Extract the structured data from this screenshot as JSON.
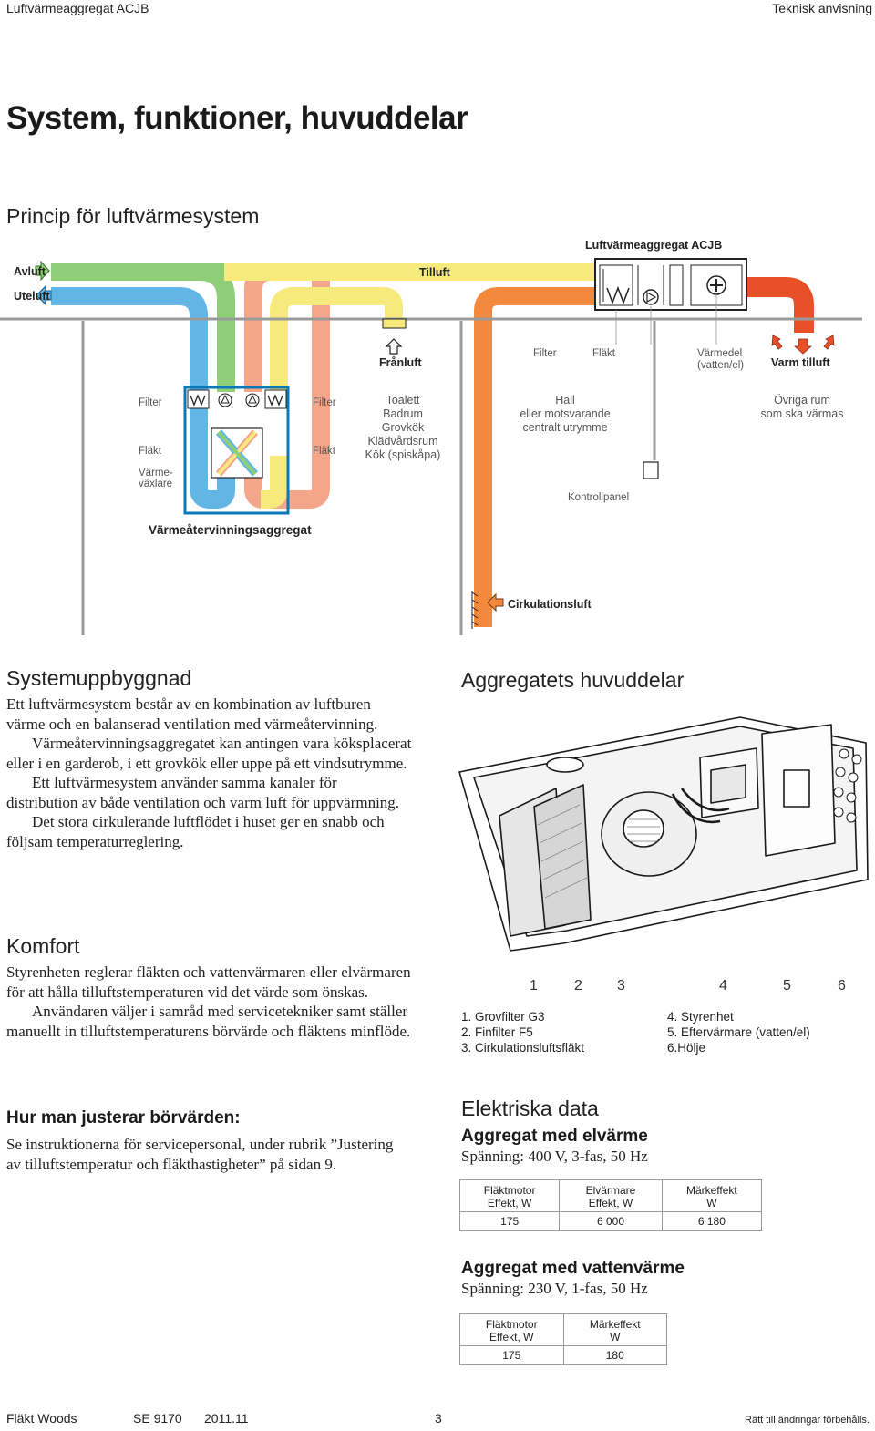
{
  "header": {
    "left": "Luftvärmeaggregat ACJB",
    "right": "Teknisk anvisning"
  },
  "page_title": "System, funktioner, huvuddelar",
  "diagram": {
    "heading": "Princip för luftvärmesystem",
    "labels": {
      "avluft": "Avluft",
      "uteluft": "Uteluft",
      "tilluft": "Tilluft",
      "aggregat": "Luftvärmeaggregat ACJB",
      "franluft": "Frånluft",
      "filter": "Filter",
      "flakt": "Fläkt",
      "varmedel": "Värmedel",
      "varmedel_sub": "(vatten/el)",
      "varm_tilluft": "Varm tilluft",
      "filter_left": "Filter",
      "filter_right": "Filter",
      "flakt_left": "Fläkt",
      "flakt_right": "Fläkt",
      "varmevaxlare_1": "Värme-",
      "varmevaxlare_2": "växlare",
      "rooms_wet": [
        "Toalett",
        "Badrum",
        "Grovkök",
        "Klädvårdsrum",
        "Kök (spiskåpa)"
      ],
      "rooms_hall": [
        "Hall",
        "eller motsvarande",
        "centralt utrymme"
      ],
      "rooms_other": [
        "Övriga rum",
        "som ska värmas"
      ],
      "kontrollpanel": "Kontrollpanel",
      "vatervinning": "Värmeåtervinningsaggregat",
      "cirkulationsluft": "Cirkulationsluft"
    },
    "colors": {
      "blue": "#62b6e6",
      "green": "#8ecf78",
      "pink": "#f4a68a",
      "yellow": "#f7ea7c",
      "orange": "#f2893d",
      "red": "#e8502a",
      "gray": "#9a9a9a"
    },
    "icons": [
      "arrow-right-green-icon",
      "arrow-left-blue-icon",
      "fan-icon",
      "heater-plus-icon",
      "filter-icon",
      "exchanger-icon"
    ]
  },
  "systemuppbyggnad": {
    "heading": "Systemuppbyggnad",
    "p1": "Ett luftvärmesystem består av en kombination av luftburen värme och en balanserad ventilation med värmeåtervinning.",
    "p2": "Värmeåtervinningsaggregatet kan antingen vara köksplacerat eller i en garderob, i ett grovkök eller uppe på ett vindsutrymme.",
    "p3": "Ett luftvärmesystem använder samma kanaler för distribution av både ventilation och varm luft för uppvärmning.",
    "p4": "Det stora cirkulerande luftflödet i huset ger en snabb och följsam temperaturreglering."
  },
  "komfort": {
    "heading": "Komfort",
    "p1": "Styrenheten reglerar fläkten och vattenvärmaren eller elvärmaren för att hålla tilluftstemperaturen vid det värde som önskas.",
    "p2": "Användaren väljer i samråd med servicetekniker samt ställer manuellt in tilluftstemperaturens börvärde och fläktens minflöde."
  },
  "justera": {
    "heading": "Hur man justerar börvärden:",
    "text": "Se instruktionerna för servicepersonal, under rubrik ”Justering av tilluftstemperatur och fläkthastigheter” på sidan 9."
  },
  "huvuddelar": {
    "heading": "Aggregatets huvuddelar",
    "numbers": [
      "1",
      "2",
      "3",
      "4",
      "5",
      "6"
    ],
    "list_left": [
      "1. Grovfilter G3",
      "2. Finfilter F5",
      "3. Cirkulationsluftsfläkt"
    ],
    "list_right": [
      "4. Styrenhet",
      "5. Eftervärmare (vatten/el)",
      "6.Hölje"
    ]
  },
  "elektriska": {
    "heading": "Elektriska data",
    "el": {
      "heading": "Aggregat med elvärme",
      "spanning": "Spänning: 400 V, 3-fas, 50 Hz",
      "headers": [
        [
          "Fläktmotor",
          "Effekt, W"
        ],
        [
          "Elvärmare",
          "Effekt, W"
        ],
        [
          "Märkeffekt",
          "W"
        ]
      ],
      "values": [
        "175",
        "6 000",
        "6 180"
      ]
    },
    "vatten": {
      "heading": "Aggregat med vattenvärme",
      "spanning": "Spänning: 230 V, 1-fas, 50 Hz",
      "headers": [
        [
          "Fläktmotor",
          "Effekt, W"
        ],
        [
          "Märkeffekt",
          "W"
        ]
      ],
      "values": [
        "175",
        "180"
      ]
    }
  },
  "footer": {
    "brand": "Fläkt Woods",
    "doc": "SE 9170",
    "date": "2011.11",
    "page": "3",
    "note": "Rätt till ändringar förbehålls."
  }
}
